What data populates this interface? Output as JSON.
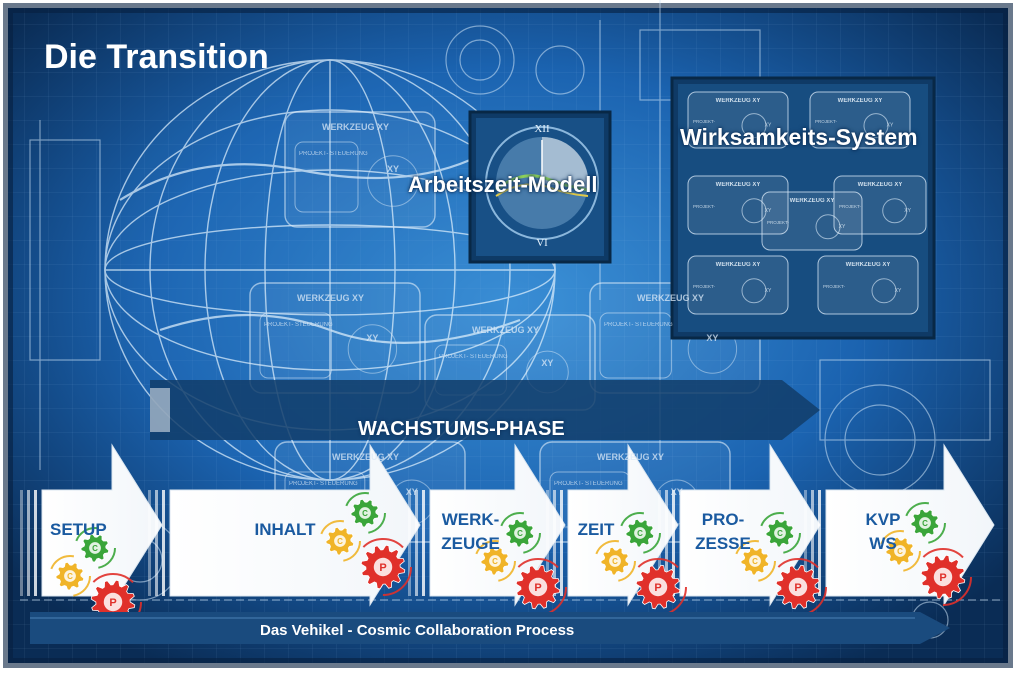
{
  "title": "Die Transition",
  "callouts": {
    "arbeitszeit": "Arbeitszeit-Modell",
    "wirksamkeit": "Wirksamkeits-System",
    "wachstum": "WACHSTUMS-PHASE"
  },
  "phases": [
    {
      "line1": "SETUP",
      "line2": ""
    },
    {
      "line1": "INHALT",
      "line2": ""
    },
    {
      "line1": "WERK-",
      "line2": "ZEUGE"
    },
    {
      "line1": "ZEIT",
      "line2": ""
    },
    {
      "line1": "PRO-",
      "line2": "ZESSE"
    },
    {
      "line1": "KVP",
      "line2": "WS"
    }
  ],
  "gear_labels": {
    "c_green": "C",
    "c_yellow": "C",
    "p_red": "P"
  },
  "vehicle_label": "Das Vehikel - Cosmic Collaboration Process",
  "tool_boxes": [
    {
      "title": "WERKZEUG XY",
      "sub": "PROJEKT-\nSTEUERUNG",
      "xy": "XY"
    },
    {
      "title": "WERKZEUG XY",
      "sub": "PROJEKT-\nSTEUERUNG",
      "xy": "XY"
    },
    {
      "title": "WERKZEUG XY",
      "sub": "PROJEKT-\nSTEUERUNG",
      "xy": "XY"
    },
    {
      "title": "WERKZEUG XY",
      "sub": "PROJEKT-\nSTEUERUNG",
      "xy": "XY"
    },
    {
      "title": "WERKZEUG XY",
      "sub": "PROJEKT-\nSTEUERUNG",
      "xy": "XY"
    }
  ],
  "mini_boxes": [
    {
      "title": "WERKZEUG XY",
      "sub": "PROJEKT-\nSTEUERUNG",
      "xy": "XY"
    },
    {
      "title": "WERKZEUG XY",
      "sub": "PROJEKT-\nSTEUERUNG",
      "xy": "XY"
    },
    {
      "title": "WERKZEUG XY",
      "sub": "PROJEKT-\nSTEUERUNG",
      "xy": "XY"
    },
    {
      "title": "WERKZEUG XY",
      "sub": "PROJEKT-\nSTEUERUNG",
      "xy": "XY"
    },
    {
      "title": "WERKZEUG XY",
      "sub": "PROJEKT-\nSTEUERUNG",
      "xy": "XY"
    },
    {
      "title": "WERKZEUG XY",
      "sub": "PROJEKT-\nSTEUERUNG",
      "xy": "XY"
    },
    {
      "title": "WERKZEUG XY",
      "sub": "PROJEKT-\nSTEUERUNG",
      "xy": "XY"
    }
  ],
  "clock_numerals": {
    "top": "XII",
    "bottom": "VI"
  },
  "colors": {
    "blueprint_dark": "#0a2c55",
    "blueprint_mid": "#1b63b0",
    "blueprint_light": "#3d93d9",
    "arrow_dark": "#123d6a",
    "text_phase": "#1a5aa0",
    "gear_green": "#3aa53a",
    "gear_yellow": "#f0b428",
    "gear_red": "#e0302a"
  }
}
